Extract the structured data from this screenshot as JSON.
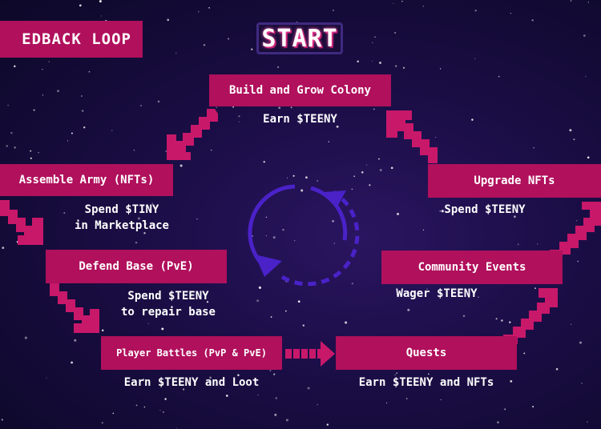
{
  "header": {
    "title": "EDBACK LOOP",
    "start_label": "START"
  },
  "colors": {
    "box": "#b0105c",
    "arrow": "#c8186a",
    "cycle": "#4a22c8",
    "background": "#1a0d44"
  },
  "nodes": {
    "build": {
      "label": "Build and Grow Colony",
      "sub": [
        "Earn $TEENY"
      ]
    },
    "assemble": {
      "label": "Assemble Army (NFTs)",
      "sub": [
        "Spend $TINY",
        "in Marketplace"
      ]
    },
    "defend": {
      "label": "Defend Base (PvE)",
      "sub": [
        "Spend $TEENY",
        "to repair base"
      ]
    },
    "battles": {
      "label": "Player Battles (PvP & PvE)",
      "sub": [
        "Earn $TEENY and Loot"
      ]
    },
    "quests": {
      "label": "Quests",
      "sub": [
        "Earn $TEENY and NFTs"
      ]
    },
    "community": {
      "label": "Community Events",
      "sub": [
        "Wager $TEENY"
      ]
    },
    "upgrade": {
      "label": "Upgrade NFTs",
      "sub": [
        "Spend $TEENY"
      ]
    }
  },
  "icons": {
    "cycle": "refresh-cycle-icon",
    "arrows": "pixel-arrow-icon"
  }
}
